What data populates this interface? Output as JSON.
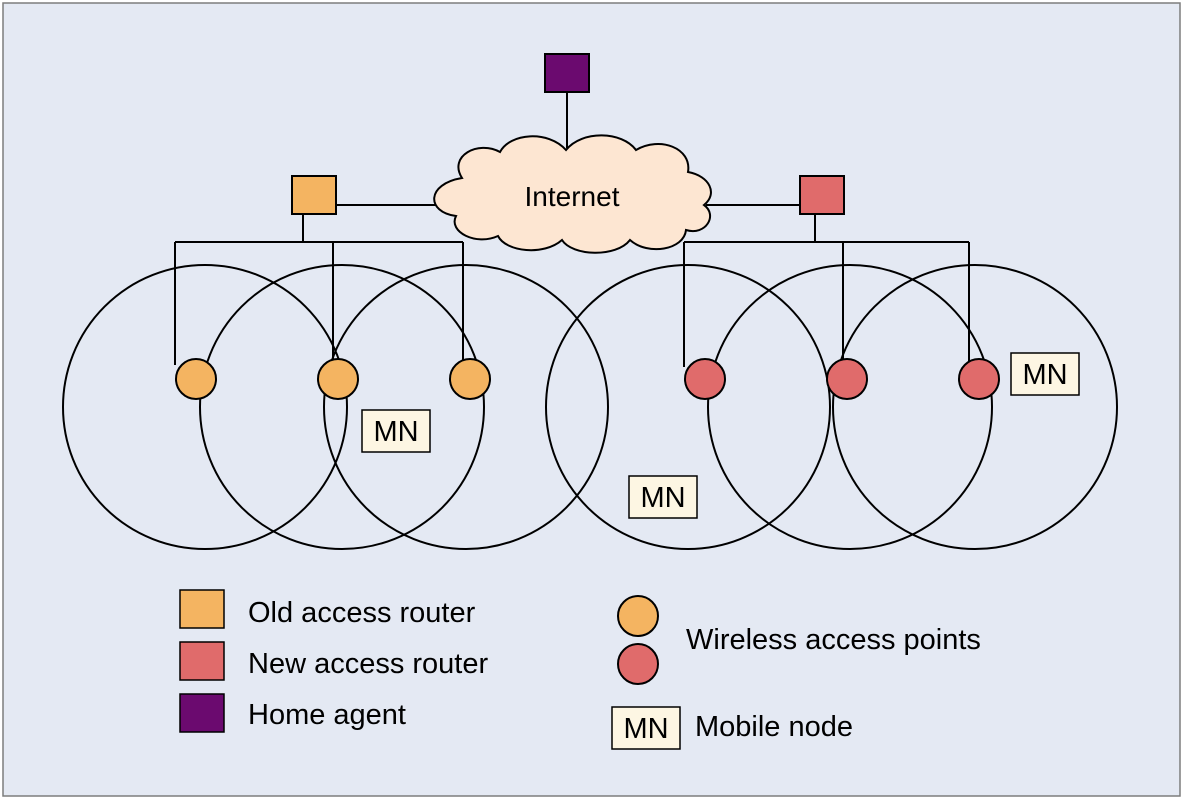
{
  "cloud": {
    "label": "Internet"
  },
  "mobile_nodes": {
    "a": "MN",
    "b": "MN",
    "c": "MN"
  },
  "legend": {
    "old_router": "Old access router",
    "new_router": "New access router",
    "home_agent": "Home agent",
    "access_points": "Wireless access points",
    "mn_box": "MN",
    "mobile_node": "Mobile node"
  },
  "colors": {
    "background": "#e4e9f3",
    "old": "#f4b461",
    "new": "#e06b6b",
    "home_agent": "#6b0a6f",
    "cloud": "#fde6d2",
    "mn_box": "#fdf6e3"
  }
}
